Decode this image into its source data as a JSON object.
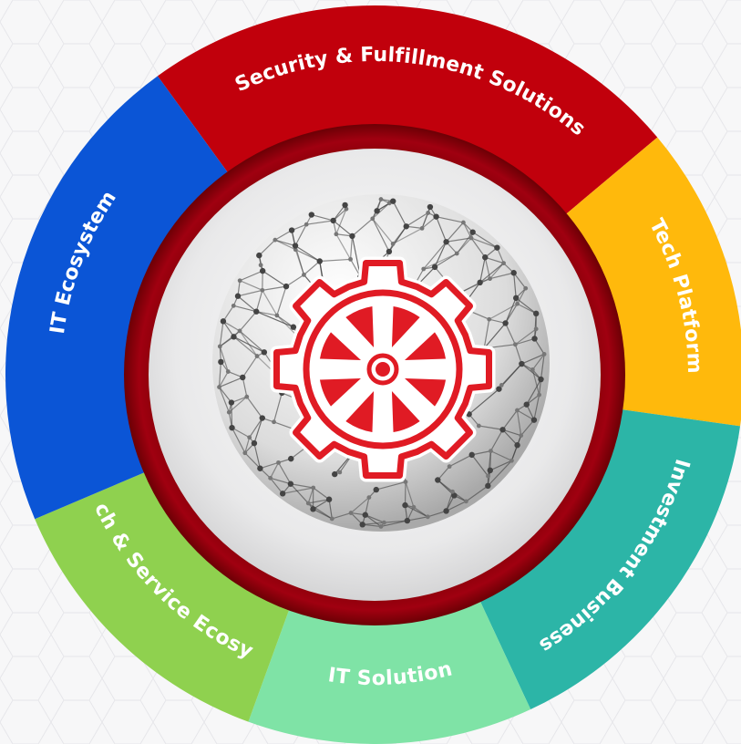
{
  "diagram": {
    "segments": [
      {
        "id": "security",
        "label": "Security & Fulfillment Solutions",
        "color": "#c1000c"
      },
      {
        "id": "tech-platform",
        "label": "Tech Platform",
        "color": "#ffb90c"
      },
      {
        "id": "investment",
        "label": "Investment Business",
        "color": "#2cb5a7"
      },
      {
        "id": "it-solution",
        "label": "IT Solution",
        "color": "#7fe3a6"
      },
      {
        "id": "fintech",
        "label": "Fintech & Service Ecosystem",
        "color": "#8fd14f"
      },
      {
        "id": "it-ecosystem",
        "label": "IT Ecosystem",
        "color": "#0b55d6"
      }
    ],
    "colors": {
      "inner_ring": "#8f0008",
      "inner_ring_dark": "#5e0004",
      "center_fill": "#eeeeee",
      "emblem": "#e01b24",
      "globe_lines": "#3a3a3a"
    },
    "center_icon": "network-globe-with-wheel-gear-emblem"
  }
}
